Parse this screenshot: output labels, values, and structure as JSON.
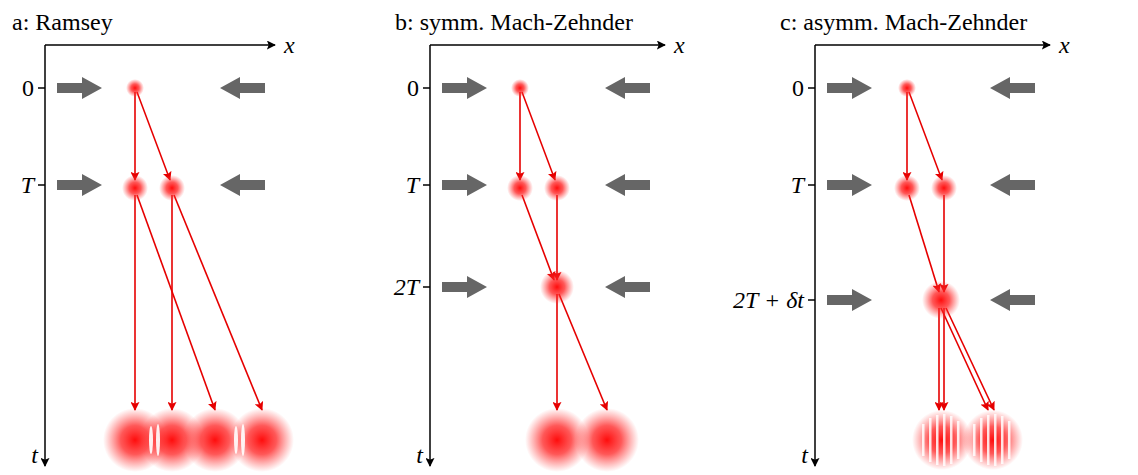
{
  "diagram": {
    "labels": [
      "a: Ramsey",
      "x",
      "0",
      "T",
      "t",
      "b: symm. Mach-Zehnder",
      "x",
      "0",
      "T",
      "2T",
      "t",
      "c: asymm. Mach-Zehnder",
      "x",
      "0",
      "T",
      "2T + δt",
      "t"
    ]
  }
}
